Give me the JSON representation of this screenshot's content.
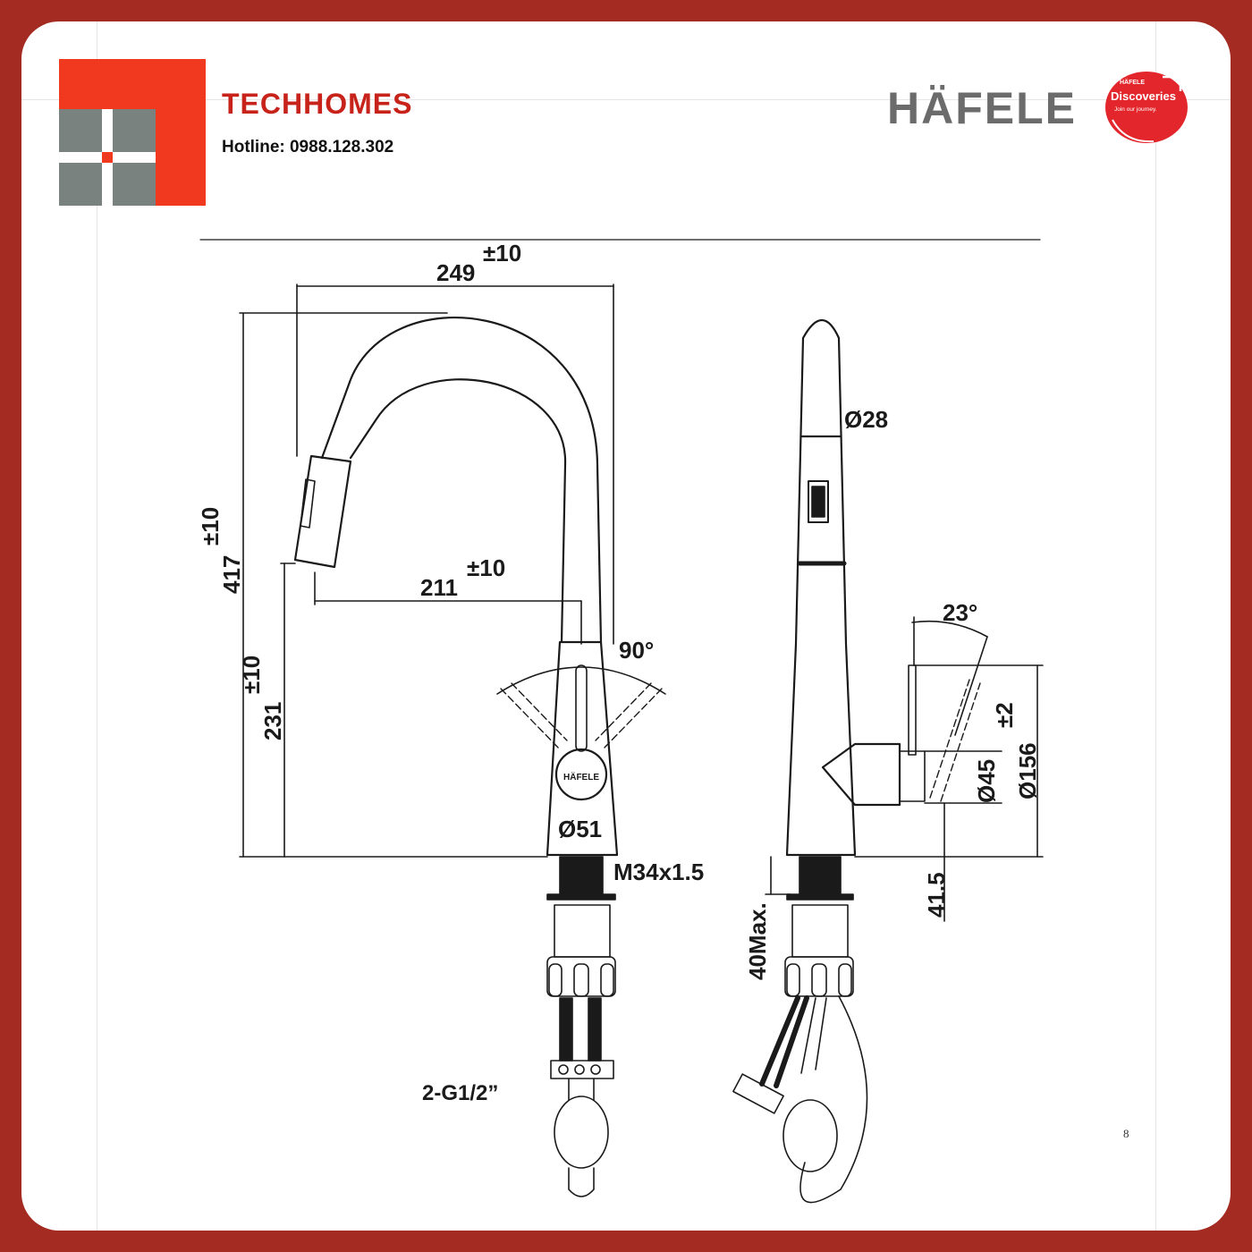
{
  "header": {
    "brand": "TECHHOMES",
    "hotline": "Hotline: 0988.128.302",
    "hafele_logo": "HÄFELE",
    "badge": {
      "top": "HÄFELE",
      "title": "Discoveries",
      "subtitle": "Join our journey."
    }
  },
  "front_view": {
    "width_main": "249",
    "width_tol": "±10",
    "height_total": "417",
    "height_tol": "±10",
    "height_mid": "231",
    "height_mid_tol": "±10",
    "reach": "211",
    "reach_tol": "±10",
    "angle": "90°",
    "body_label": "HÄFELE",
    "body_dia": "Ø51",
    "thread": "M34x1.5",
    "inlets": "2-G1/2”"
  },
  "side_view": {
    "spout_dia": "Ø28",
    "angle": "23°",
    "hub_dia": "Ø45",
    "height": "156",
    "height_prefix": "Ø",
    "height_tol": "±2",
    "offset": "41.5",
    "deck_max": "40Max."
  },
  "page_number": "8",
  "colors": {
    "frame": "#a42b22",
    "brand_red": "#c7231a",
    "logo_red": "#f0391f",
    "logo_grey": "#7a8280",
    "line": "#1a1a1a"
  }
}
